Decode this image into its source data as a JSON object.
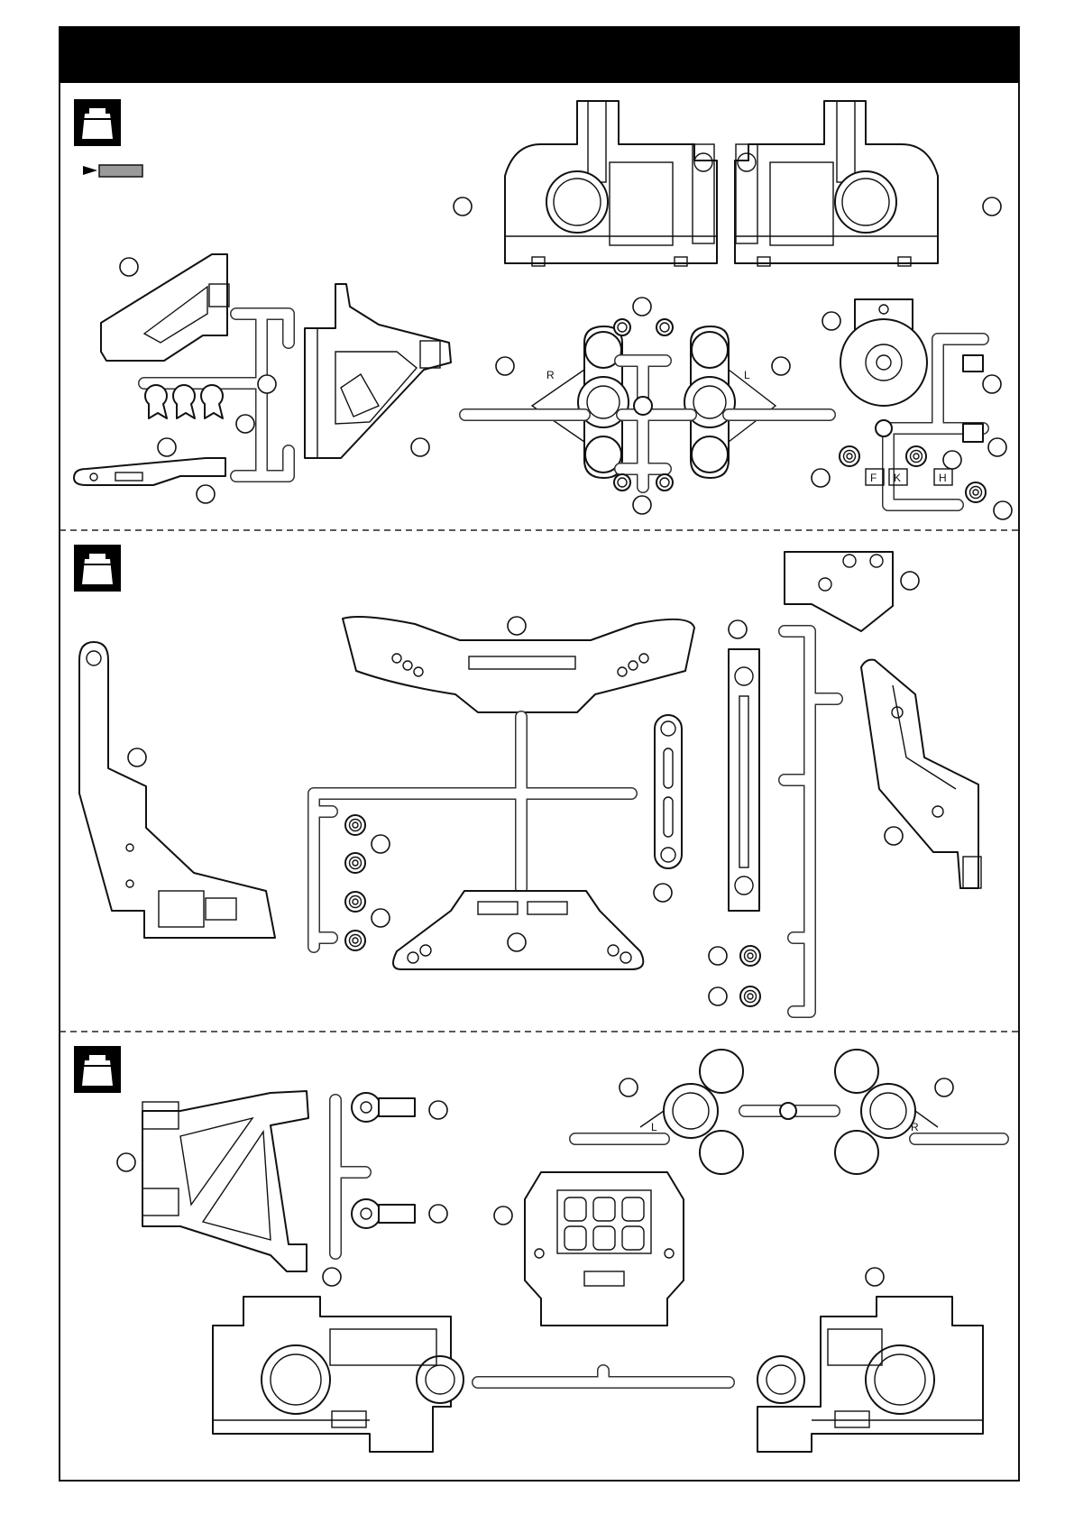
{
  "part_labels": {
    "upper_right_knuckle": "R",
    "upper_left_knuckle": "L",
    "bottom_left_hub": "L",
    "bottom_right_hub": "R",
    "spacer_f": "F",
    "spacer_k": "K",
    "spacer_h": "H"
  },
  "colors": {
    "line": "#111111",
    "header_bar": "#000000",
    "marker_fill": "#9a9a9a",
    "background": "#ffffff"
  },
  "icons": [
    "bag-icon",
    "bag-icon",
    "bag-icon",
    "arrow-marker-icon"
  ]
}
